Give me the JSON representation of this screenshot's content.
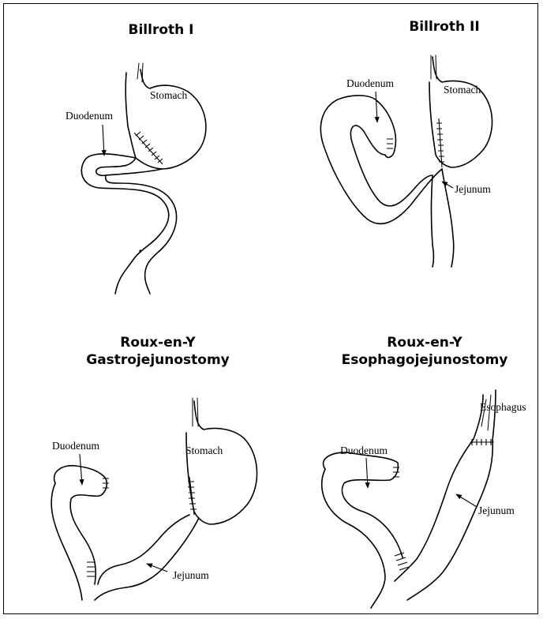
{
  "panels": {
    "billroth1": {
      "title": "Billroth I",
      "stomach": "Stomach",
      "duodenum": "Duodenum"
    },
    "billroth2": {
      "title": "Billroth II",
      "duodenum": "Duodenum",
      "stomach": "Stomach",
      "jejunum": "Jejunum"
    },
    "rouxGastro": {
      "title_line1": "Roux-en-Y",
      "title_line2": "Gastrojejunostomy",
      "duodenum": "Duodenum",
      "stomach": "Stomach",
      "jejunum": "Jejunum"
    },
    "rouxEsoph": {
      "title_line1": "Roux-en-Y",
      "title_line2": "Esophagojejunostomy",
      "duodenum": "Duodenum",
      "esophagus": "Esophagus",
      "jejunum": "Jejunum"
    }
  }
}
